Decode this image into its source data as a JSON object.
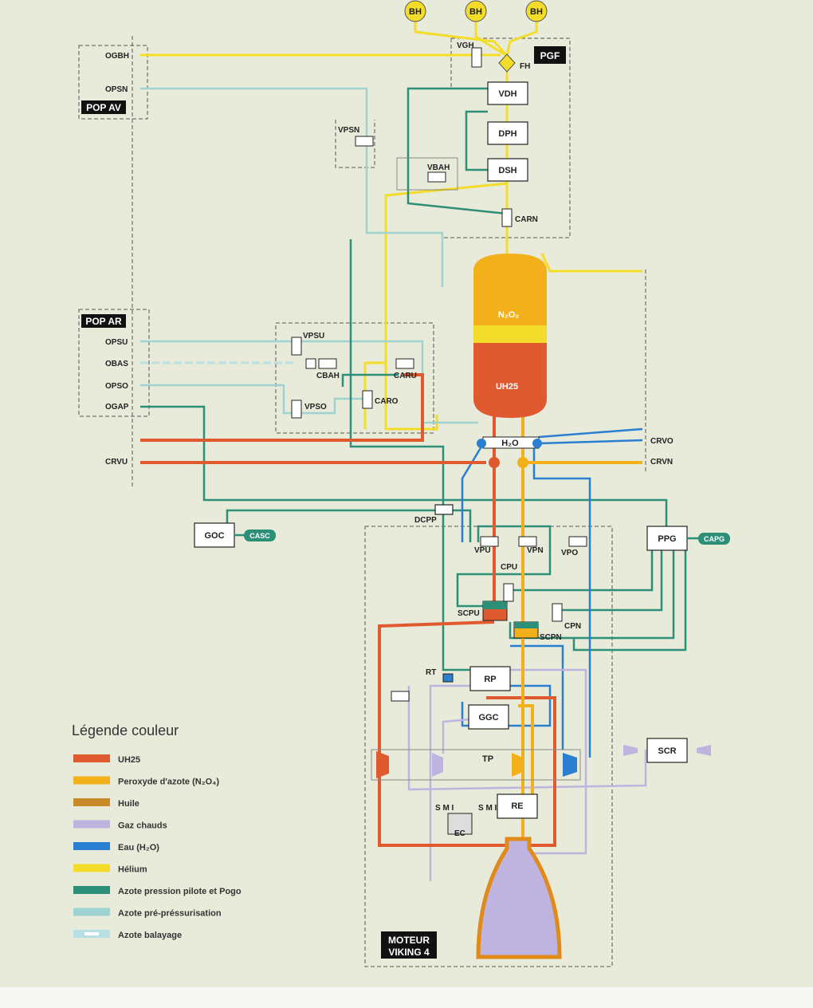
{
  "title_labels": {
    "bh1": "BH",
    "bh2": "BH",
    "bh3": "BH",
    "pgf": "PGF",
    "fh": "FH",
    "vgh": "VGH",
    "ogbh": "OGBH",
    "opsn": "OPSN",
    "pop_av": "POP AV",
    "vdh": "VDH",
    "dph": "DPH",
    "dsh": "DSH",
    "vpsn": "VPSN",
    "vbah": "VBAH",
    "carn": "CARN",
    "pop_ar": "POP AR",
    "opsu": "OPSU",
    "obas": "OBAS",
    "opso": "OPSO",
    "ogap": "OGAP",
    "crvu": "CRVU",
    "vpsu": "VPSU",
    "cbah": "CBAH",
    "caru": "CARU",
    "caro": "CARO",
    "vpso": "VPSO",
    "n2o2": "N₂O₂",
    "uh25": "UH25",
    "h2o": "H₂O",
    "crvo": "CRVO",
    "crvn": "CRVN",
    "goc": "GOC",
    "casc": "CASC",
    "dcpp": "DCPP",
    "vpu": "VPU",
    "vpn": "VPN",
    "vpo": "VPO",
    "cpu": "CPU",
    "ppg": "PPG",
    "capg": "CAPG",
    "scpu": "SCPU",
    "scpn": "SCPN",
    "cpn": "CPN",
    "rt": "RT",
    "rp": "RP",
    "ggc": "GGC",
    "tp": "TP",
    "scr": "SCR",
    "re": "RE",
    "ec": "EC",
    "smi": "S M I",
    "moteur1": "MOTEUR",
    "moteur2": "VIKING 4"
  },
  "legend": {
    "title": "Légende couleur",
    "items": [
      {
        "label": "UH25",
        "color": "#e05a30"
      },
      {
        "label": "Peroxyde d'azote (N₂O₄)",
        "color": "#f2b11a"
      },
      {
        "label": "Huile",
        "color": "#c98a2a"
      },
      {
        "label": "Gaz chauds",
        "color": "#bfb3e0"
      },
      {
        "label": "Eau (H₂O)",
        "color": "#2a7fd0"
      },
      {
        "label": "Hélium",
        "color": "#f3dc2a"
      },
      {
        "label": "Azote pression pilote et Pogo",
        "color": "#2e8f78"
      },
      {
        "label": "Azote pré-préssurisation",
        "color": "#9fd3d2"
      },
      {
        "label": "Azote balayage",
        "color": "#b8e0e4"
      }
    ]
  },
  "colors": {
    "uh25": "#e05a30",
    "n2o4": "#f2b11a",
    "helium": "#f3dc2a",
    "pilot": "#2e8f78",
    "prepress": "#9fd3d2",
    "water": "#2a7fd0",
    "hotgas": "#bfb3e0",
    "background": "#e9ebda"
  }
}
